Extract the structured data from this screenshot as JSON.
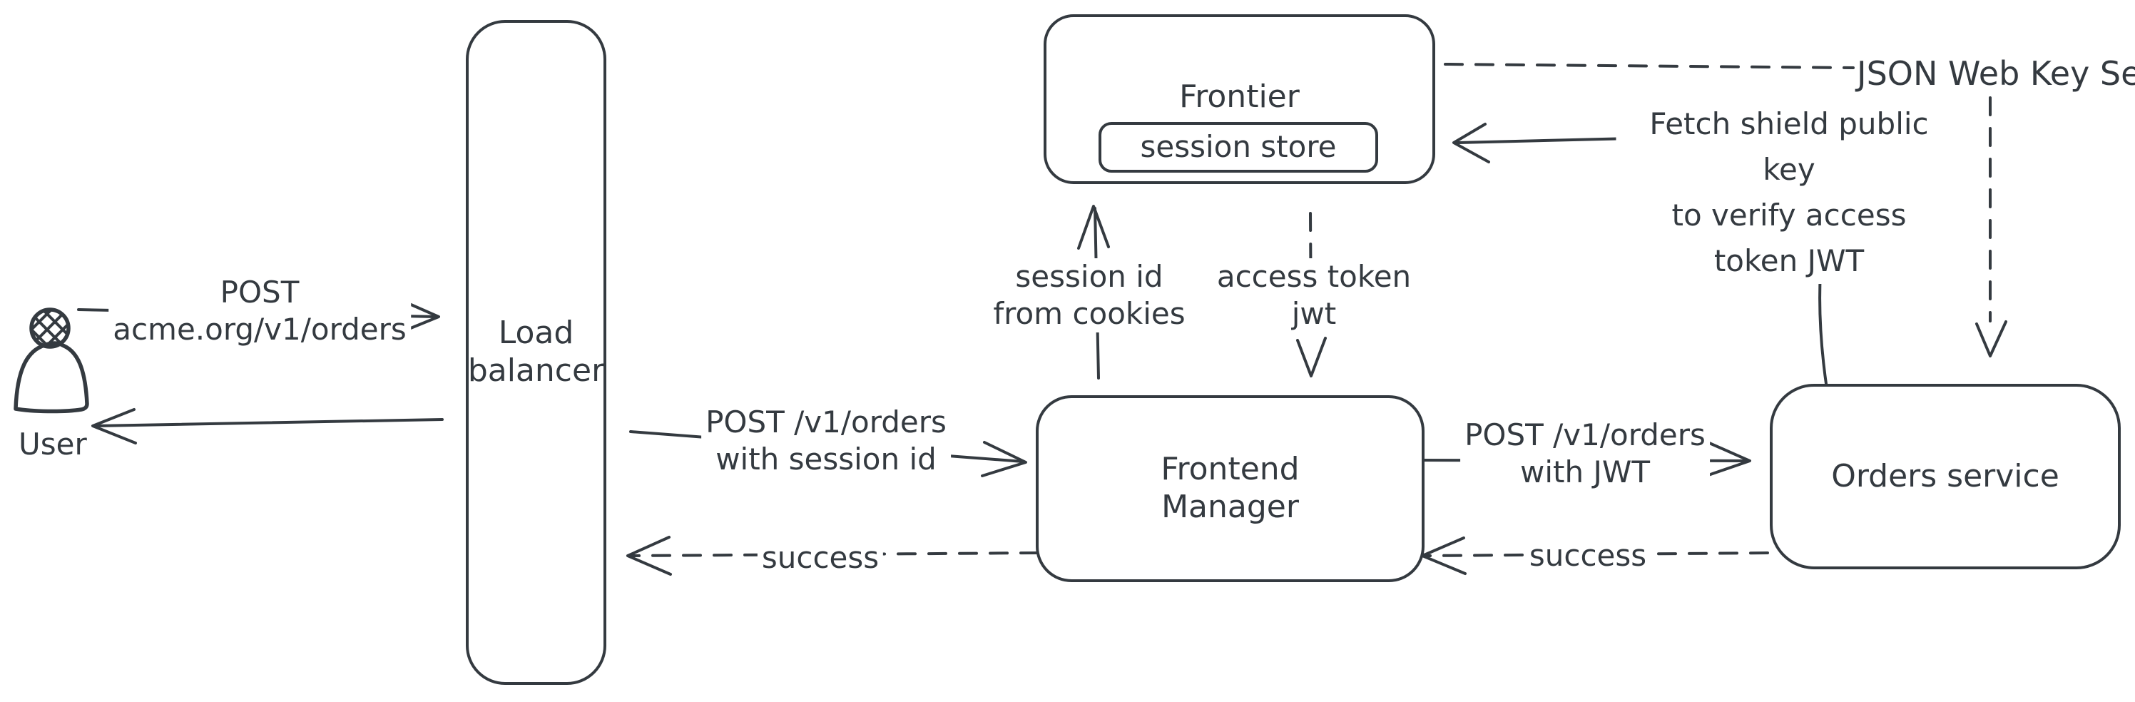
{
  "colors": {
    "stroke": "#343a40",
    "hatch": "#cdd5dc",
    "background": "#ffffff"
  },
  "nodes": {
    "user": {
      "label": "User"
    },
    "load_balancer": {
      "label": "Load\nbalancer"
    },
    "frontier": {
      "label": "Frontier"
    },
    "session_store": {
      "label": "session store"
    },
    "frontend_manager": {
      "label": "Frontend\nManager"
    },
    "orders_service": {
      "label": "Orders service"
    }
  },
  "edges": {
    "user_to_lb": {
      "label": "POST\nacme.org/v1/orders"
    },
    "lb_to_fm": {
      "label": "POST /v1/orders\nwith session id"
    },
    "fm_to_lb": {
      "label": "success"
    },
    "fm_to_frontier": {
      "label": "session id\nfrom cookies"
    },
    "frontier_to_fm": {
      "label": "access token\njwt"
    },
    "fm_to_orders": {
      "label": "POST /v1/orders\nwith JWT"
    },
    "orders_to_fm": {
      "label": "success"
    },
    "orders_to_frontier": {
      "label": "Fetch shield public key\nto verify access\ntoken JWT"
    },
    "frontier_to_jwks": {
      "label": "JSON Web Key Set"
    }
  }
}
